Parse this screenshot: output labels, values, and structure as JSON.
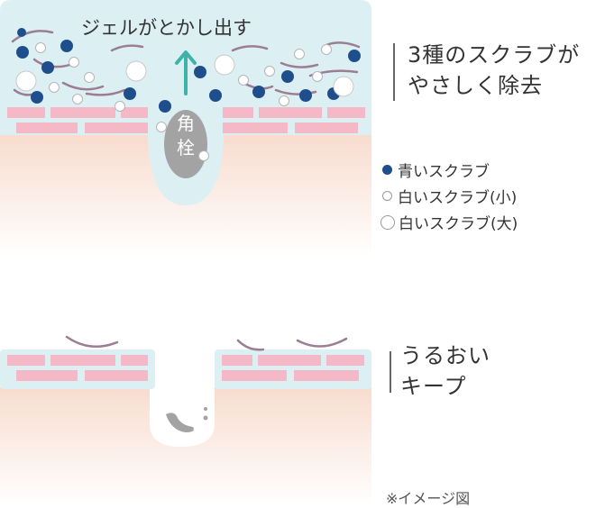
{
  "top_panel": {
    "gel_label": "ジェルがとかし出す",
    "plug_label": "角栓"
  },
  "side_caption_1": {
    "line1": "3種のスクラブが",
    "line2": "やさしく除去"
  },
  "legend": [
    {
      "label": "青いスクラブ",
      "icon": "blue-scrub-dot",
      "color": "#1f4e8c"
    },
    {
      "label": "白いスクラブ(小)",
      "icon": "small-white-scrub-dot",
      "color": "#ffffff"
    },
    {
      "label": "白いスクラブ(大)",
      "icon": "large-white-scrub-dot",
      "color": "#ffffff"
    }
  ],
  "side_caption_2": {
    "line1": "うるおい",
    "line2": "キープ"
  },
  "note": "※イメージ図",
  "colors": {
    "gel": "#dcf0f4",
    "skin": "#f8ddd0",
    "cell": "#f4b8c6",
    "blue_scrub": "#1f4e8c",
    "arrow": "#3fb3a7",
    "plug": "#a3a3a3",
    "arc": "#9c7d92"
  }
}
